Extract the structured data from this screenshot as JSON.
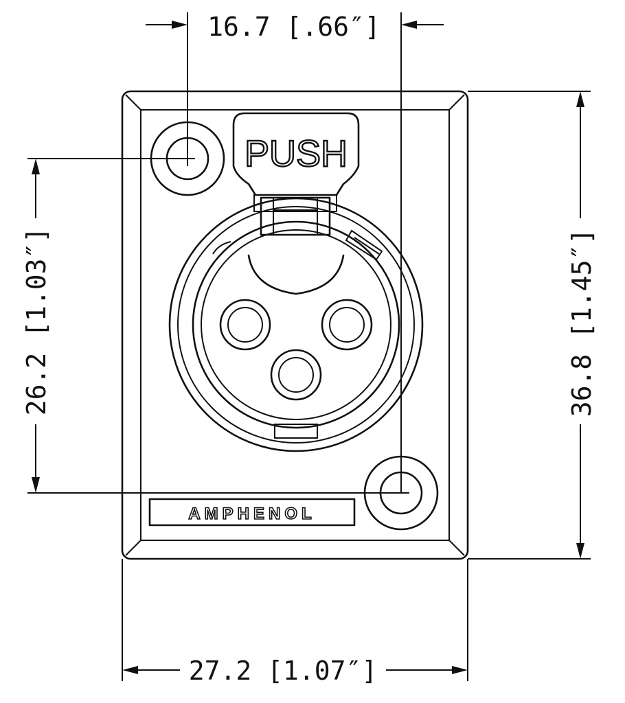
{
  "dimensions": {
    "top_width": "16.7 [.66″]",
    "bottom_width": "27.2 [1.07″]",
    "left_height": "26.2 [1.03″]",
    "right_height": "36.8 [1.45″]"
  },
  "labels": {
    "latch": "PUSH",
    "brand": "AMPHENOL"
  },
  "colors": {
    "line": "#111111",
    "background": "#ffffff"
  }
}
